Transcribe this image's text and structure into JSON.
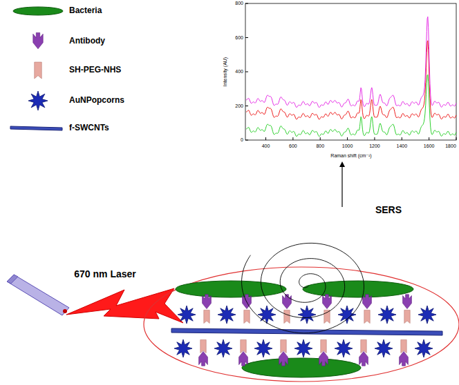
{
  "diagram": {
    "labels": [
      "670 nm Laser",
      "SERS",
      "Intensity (AU)",
      "Raman shift (cm⁻¹)",
      "0",
      "200",
      "400",
      "600",
      "800",
      "400",
      "600",
      "800",
      "1000",
      "1200",
      "1400",
      "1600",
      "1800"
    ],
    "legend": [
      {
        "text": "Bacteria"
      },
      {
        "text": "Antibody"
      },
      {
        "text": "SH-PEG-NHS"
      },
      {
        "text": "AuNPopcorns"
      },
      {
        "text": "f-SWCNTs"
      }
    ]
  }
}
